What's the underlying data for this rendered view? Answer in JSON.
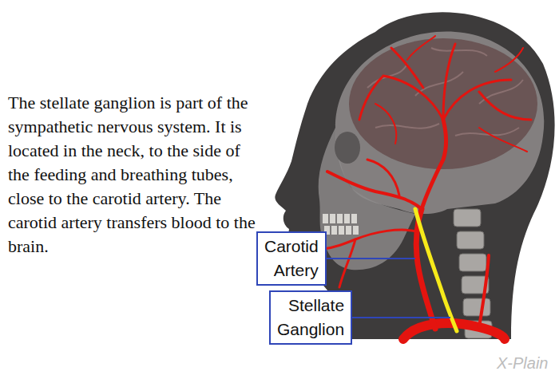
{
  "diagram": {
    "nodes": [
      {
        "text": [
          "Carotid Artery"
        ]
      },
      {
        "text": [
          "Stellate Ganglion"
        ]
      }
    ],
    "labels": [
      "The stellate ganglion is part of the sympathetic nervous system. It is located in the neck, to the side of the feeding and breathing tubes, close to the carotid artery. The carotid artery transfers blood to the brain.",
      "X-Plain"
    ]
  }
}
